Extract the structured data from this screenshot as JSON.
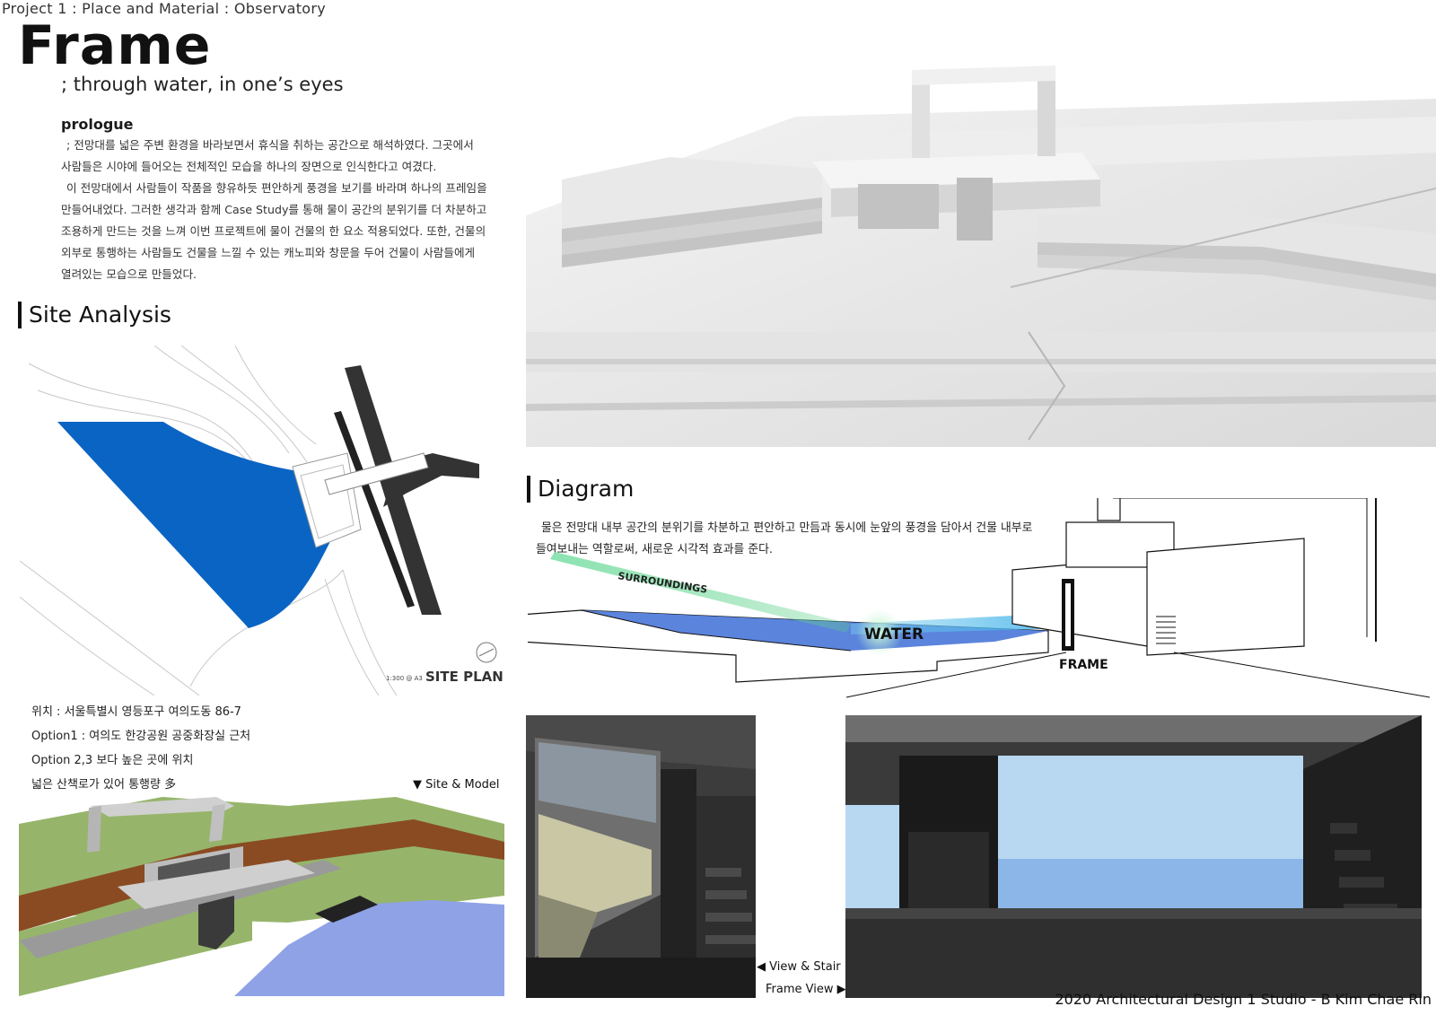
{
  "header": {
    "project_label": "Project 1 : Place and Material : Observatory",
    "title": "Frame",
    "subtitle": "; through water, in one’s eyes"
  },
  "prologue": {
    "heading": "prologue",
    "lines": [
      "; 전망대를 넓은 주변 환경을 바라보면서 휴식을 취하는 공간으로 해석하였다. 그곳에서",
      "사람들은 시야에 들어오는 전체적인 모습을 하나의 장면으로 인식한다고 여겼다.",
      "이 전망대에서 사람들이 작품을 향유하듯 편안하게 풍경을 보기를 바라며 하나의 프레임을",
      "만들어내었다. 그러한 생각과 함께 Case Study를 통해 물이 공간의 분위기를 더 차분하고",
      "조용하게 만드는 것을 느껴 이번 프로젝트에 물이 건물의 한 요소 적용되었다. 또한, 건물의",
      "외부로 통행하는 사람들도 건물을 느낄 수 있는 캐노피와 창문을 두어 건물이 사람들에게",
      "열려있는 모습으로 만들었다."
    ]
  },
  "site_analysis": {
    "heading": "Site Analysis",
    "plan_label": "SITE PLAN",
    "plan_scale": "1:300 @ A3",
    "info": [
      "위치 : 서울특별시 영등포구 여의도동 86-7",
      "Option1 : 여의도 한강공원 공중화장실 근처",
      "Option 2,3 보다 높은 곳에 위치",
      "넓은 산책로가 있어 통행량 多"
    ],
    "model_caption": "▼ Site & Model"
  },
  "diagram": {
    "heading": "Diagram",
    "text_lines": [
      "물은 전망대 내부 공간의 분위기를 차분하고 편안하고 만듬과 동시에 눈앞의 풍경을 담아서 건물 내부로",
      "들여보내는 역할로써, 새로운 시각적 효과를 준다."
    ],
    "label_surroundings": "SURROUNDINGS",
    "label_water": "WATER",
    "label_frame": "FRAME"
  },
  "renders": {
    "caption_view_stair": "◀ View & Stair",
    "caption_frame_view": "Frame View ▶"
  },
  "footer": "2020 Architectural Design 1 Studio - B Kim Chae Rin",
  "colors": {
    "water_blue": "#0a64c3",
    "diagram_water": "#5b84dc",
    "model_water": "#8fa2e6",
    "grass_green": "#96b56a",
    "path_brown": "#8a4b22",
    "sky_blue": "#b8d8f2"
  }
}
